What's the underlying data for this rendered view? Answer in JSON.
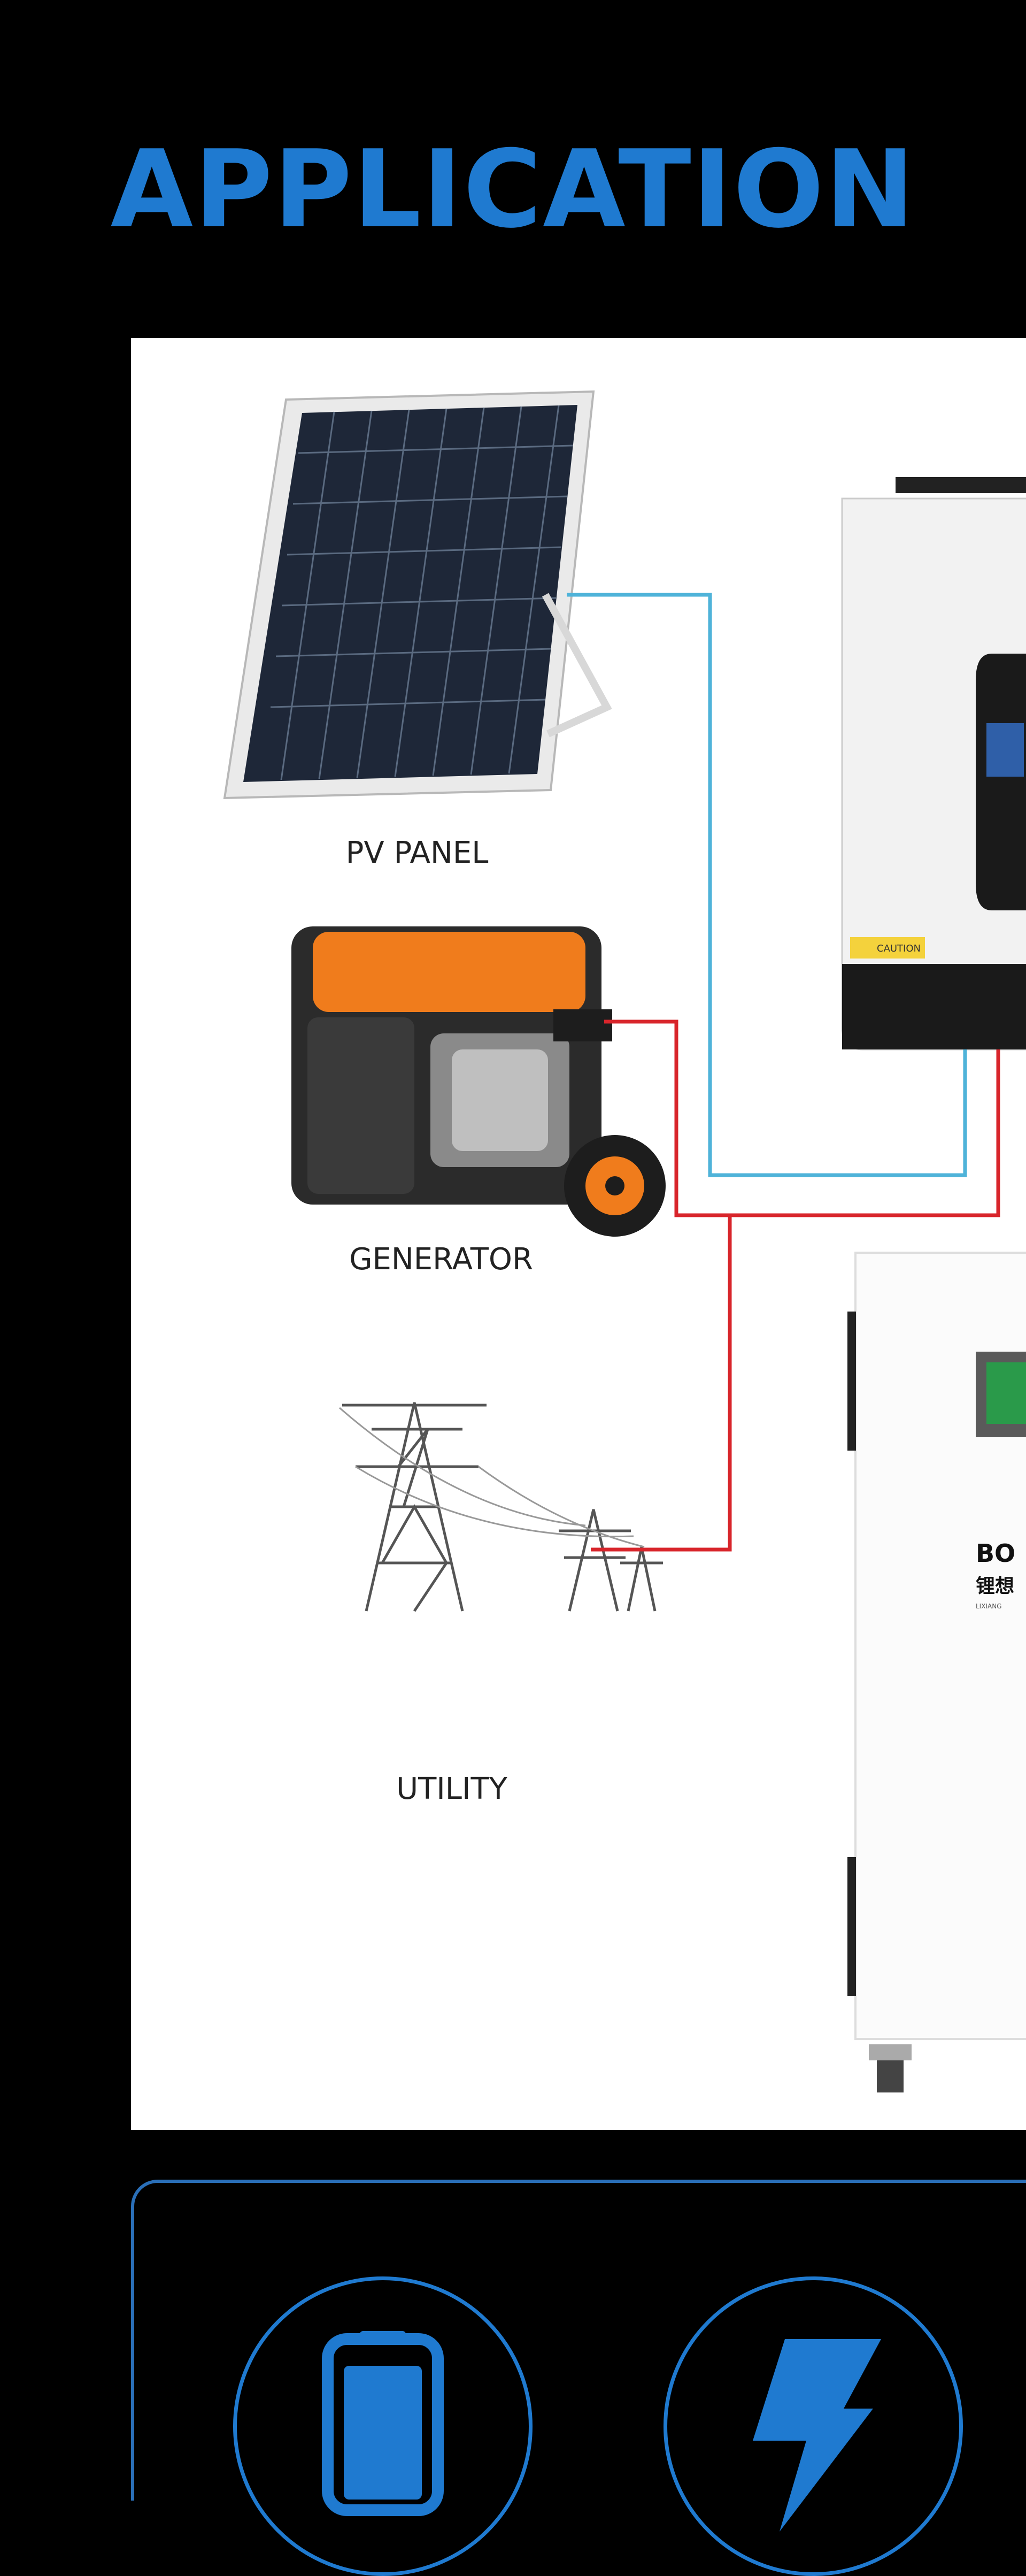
{
  "header": {
    "title": "APPLICATION"
  },
  "diagram": {
    "labels": {
      "pv_panel": "PV PANEL",
      "generator": "GENERATOR",
      "utility": "UTILITY"
    },
    "battery_brand": "BO",
    "battery_brand_cn": "锂想",
    "battery_brand_sub": "LIXIANG",
    "inverter_caution": "CAUTION"
  },
  "features": {
    "icons": [
      "battery-icon",
      "lightning-icon"
    ]
  },
  "colors": {
    "accent": "#1f7ad0",
    "pv_line": "#4fb3d9",
    "ac_line": "#d8252b",
    "generator_orange": "#f07c1c"
  }
}
